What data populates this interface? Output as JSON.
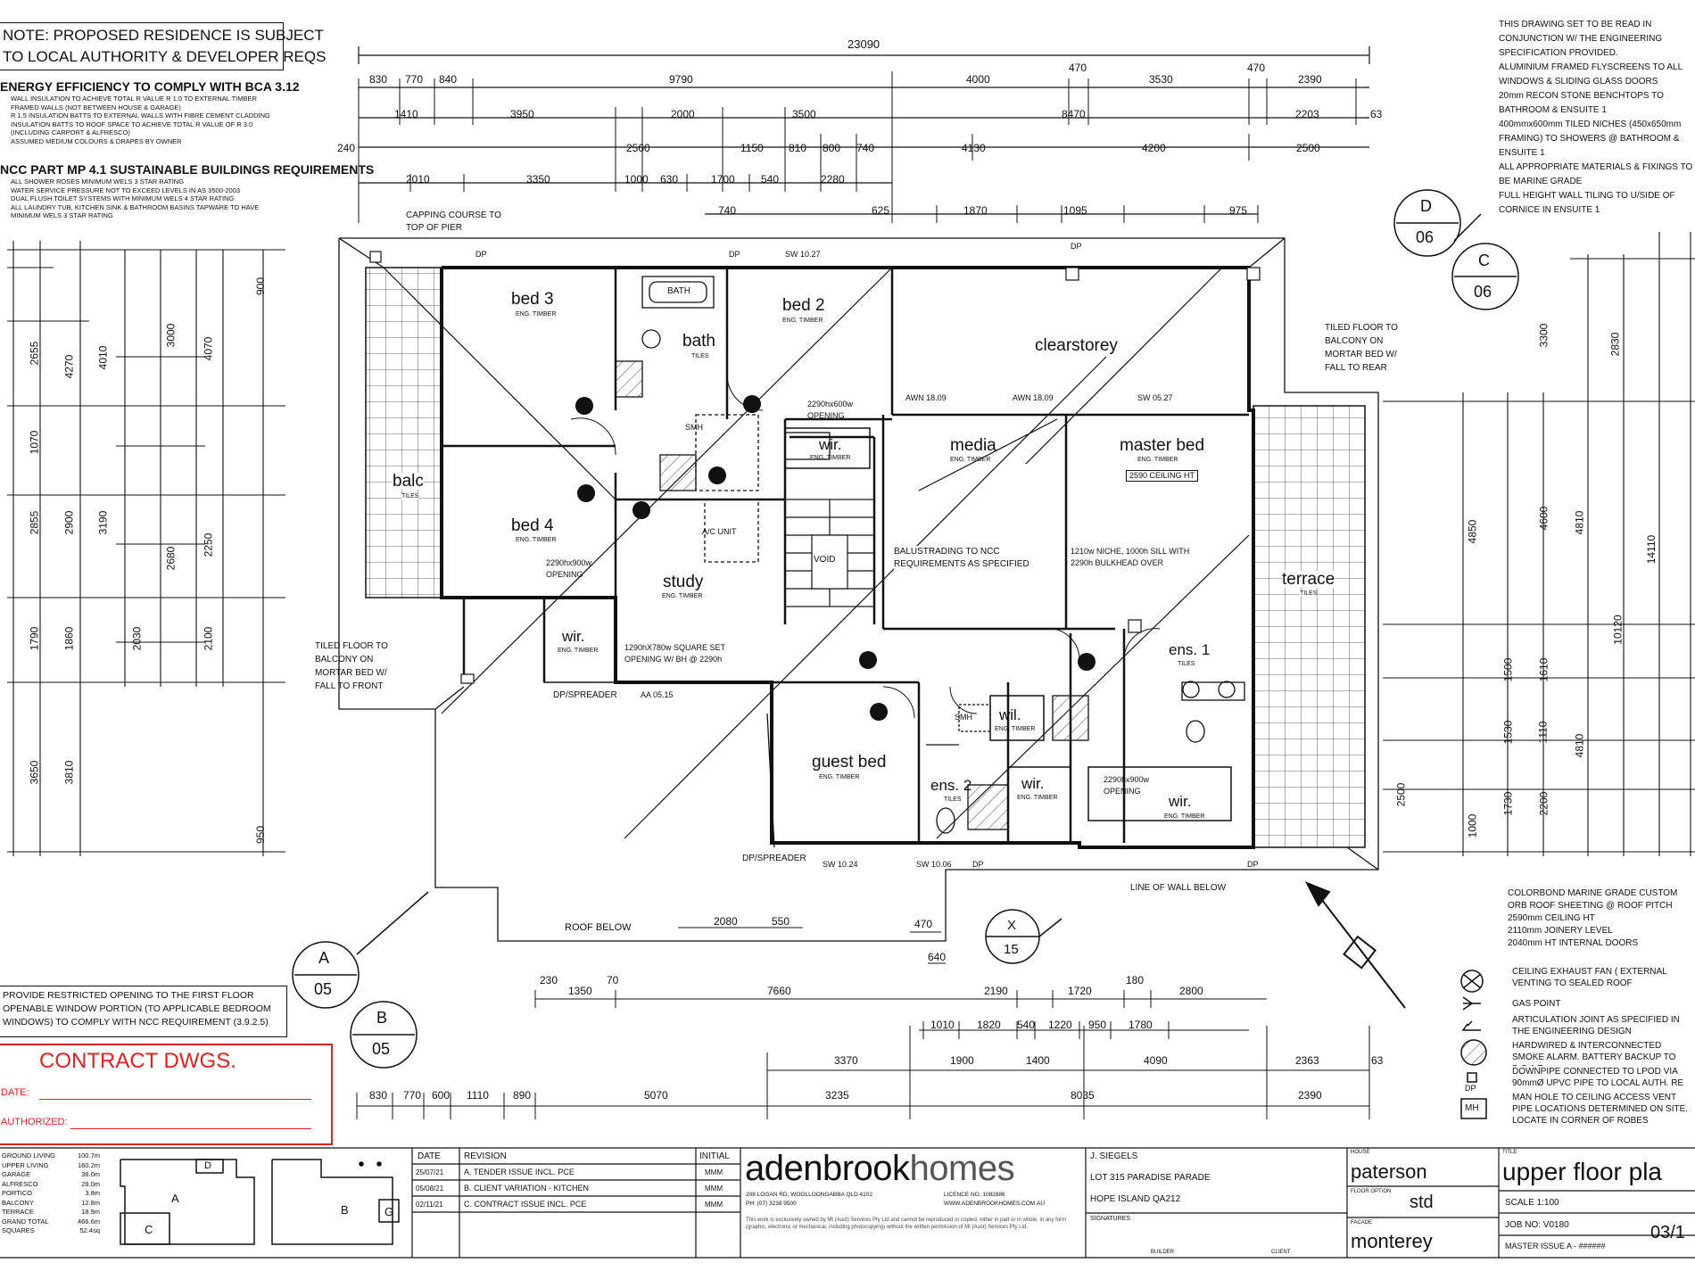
{
  "notes_top_left": {
    "note_line1": "NOTE: PROPOSED RESIDENCE IS SUBJECT",
    "note_line2": "TO LOCAL AUTHORITY & DEVELOPER REQS",
    "energy_heading": "ENERGY EFFICIENCY TO COMPLY WITH BCA 3.12",
    "energy_items": [
      "WALL INSULATION TO ACHIEVE TOTAL R VALUE R 1.0 TO EXTERNAL TIMBER",
      "FRAMED WALLS (NOT BETWEEN HOUSE & GARAGE)",
      "R 1.5 INSULATION BATTS TO EXTERNAL WALLS WITH FIBRE CEMENT CLADDING",
      "INSULATION BATTS TO ROOF SPACE TO ACHIEVE TOTAL R VALUE OF R 3.0",
      "(INCLUDING CARPORT & ALFRESCO)",
      "ASSUMED MEDIUM COLOURS & DRAPES BY OWNER"
    ],
    "ncc_heading": "NCC PART MP 4.1 SUSTAINABLE BUILDINGS REQUIREMENTS",
    "ncc_items": [
      "ALL SHOWER ROSES MINIMUM WELS 3 STAR RATING",
      "WATER SERVICE PRESSURE NOT TO EXCEED LEVELS IN AS 3500-2003",
      "DUAL FLUSH TOILET SYSTEMS WITH MINIMUM WELS 4 STAR RATING",
      "ALL LAUNDRY TUB, KITCHEN SINK & BATHROOM BASINS TAPWARE TO HAVE",
      "MINIMUM WELS 3 STAR RATING"
    ]
  },
  "notes_top_right": [
    "THIS DRAWING SET TO BE READ IN CONJUNCTION W/ THE ENGINEERING SPECIFICATION PROVIDED.",
    "ALUMINIUM FRAMED FLYSCREENS TO ALL WINDOWS & SLIDING GLASS DOORS",
    "20mm RECON STONE BENCHTOPS TO BATHROOM & ENSUITE 1",
    "400mmx600mm TILED NICHES (450x650mm FRAMING) TO SHOWERS @ BATHROOM & ENSUITE 1",
    "ALL APPROPRIATE MATERIALS & FIXINGS TO BE MARINE GRADE",
    "FULL HEIGHT WALL TILING TO U/SIDE OF CORNICE IN ENSUITE 1"
  ],
  "notes_bottom_right": [
    "COLORBOND MARINE GRADE CUSTOM ORB ROOF SHEETING @ ROOF PITCH",
    "2590mm CEILING HT",
    "2110mm JOINERY LEVEL",
    "2040mm HT INTERNAL DOORS"
  ],
  "legend": [
    {
      "icon": "ceiling-exhaust-fan-icon",
      "text": "CEILING EXHAUST FAN ( EXTERNAL VENTING TO SEALED ROOF"
    },
    {
      "icon": "gas-point-icon",
      "text": "GAS POINT"
    },
    {
      "icon": "articulation-joint-icon",
      "text": "ARTICULATION JOINT AS SPECIFIED IN THE ENGINEERING DESIGN"
    },
    {
      "icon": "smoke-alarm-icon",
      "text": "HARDWIRED & INTERCONNECTED SMOKE ALARM. BATTERY BACKUP TO B.C.A R."
    },
    {
      "icon": "downpipe-icon",
      "label": "DP",
      "text": "DOWNPIPE CONNECTED TO LPOD VIA 90mmØ UPVC PIPE TO LOCAL AUTH. RE"
    },
    {
      "icon": "manhole-icon",
      "label": "MH",
      "text": "MAN HOLE TO CEILING ACCESS VENT PIPE LOCATIONS DETERMINED ON SITE. LOCATE IN CORNER OF ROBES"
    }
  ],
  "bottom_left": {
    "window_note": "PROVIDE RESTRICTED OPENING TO THE FIRST FLOOR OPENABLE WINDOW PORTION (TO APPLICABLE BEDROOM WINDOWS) TO COMPLY WITH NCC REQUIREMENT (3.9.2.5)",
    "contract_title": "CONTRACT DWGS.",
    "date_label": "DATE:",
    "authorized_label": "AUTHORIZED:"
  },
  "room_labels": {
    "bed3": "bed 3",
    "bed2": "bed 2",
    "bath": "bath",
    "bed4": "bed 4",
    "study": "study",
    "clearstorey": "clearstorey",
    "media": "media",
    "master": "master bed",
    "terrace": "terrace",
    "guest": "guest bed",
    "ens1": "ens. 1",
    "ens2": "ens. 2",
    "wir": "wir.",
    "wil": "wil.",
    "balc": "balc",
    "void": "VOID",
    "bath_fixture": "BATH",
    "smh": "SMH",
    "ac_unit": "A/C UNIT",
    "eng_timber": "ENG. TIMBER",
    "tiles": "TILES"
  },
  "annotations": {
    "capping": "CAPPING COURSE TO TOP OF PIER",
    "tiled_front": "TILED FLOOR TO BALCONY ON MORTAR BED W/ FALL TO FRONT",
    "tiled_rear": "TILED FLOOR TO BALCONY ON MORTAR BED W/ FALL TO REAR",
    "balustrade": "BALUSTRADING TO NCC REQUIREMENTS AS SPECIFIED",
    "opening_study": "1290hX780w SQUARE SET OPENING W/ BH @ 2290h",
    "opening_2290_600": "2290hx600w OPENING",
    "opening_2290": "2290hx900w OPENING",
    "niche": "1210w NICHE, 1000h SILL WITH 2290h BULKHEAD OVER",
    "ceiling_2590": "2590 CEILING HT",
    "roof_below": "ROOF BELOW",
    "line_of_wall": "LINE OF WALL BELOW",
    "dp_spreader": "DP/SPREADER",
    "awn1": "AWN 18.09",
    "awn2": "AWN 18.09",
    "sw1": "SW 10.27",
    "sw2": "SW 05.27",
    "sw3": "SW 10.24",
    "sw4": "SW 10.06",
    "aa1": "AA 05.15",
    "dp": "DP"
  },
  "dims_top": {
    "overall": "23090",
    "row1": [
      "830",
      "770",
      "840",
      "9790",
      "4000",
      "470",
      "3530",
      "470",
      "2390"
    ],
    "row2": [
      "1410",
      "3950",
      "2000",
      "3500",
      "8470",
      "2203",
      "63"
    ],
    "row3": [
      "240",
      "2560",
      "1150",
      "810",
      "800",
      "740",
      "4130",
      "4200",
      "2500"
    ],
    "row4": [
      "2010",
      "3350",
      "1000",
      "630",
      "1700",
      "540",
      "2280"
    ],
    "row5": [
      "740",
      "625",
      "1870",
      "1095",
      "975"
    ]
  },
  "dims_bottom": {
    "row1": [
      "230",
      "1350",
      "70",
      "7660",
      "2190",
      "1720",
      "180",
      "2800"
    ],
    "row2": [
      "1010",
      "1820",
      "540",
      "1220",
      "950",
      "1780"
    ],
    "row3": [
      "3370",
      "1900",
      "1400",
      "4090",
      "2363",
      "63"
    ],
    "row4": [
      "830",
      "770",
      "600",
      "1110",
      "890",
      "5070",
      "3235",
      "8035",
      "2390"
    ],
    "roof": [
      "2080",
      "550",
      "470",
      "640"
    ]
  },
  "dims_left": [
    "4270",
    "4010",
    "2655",
    "3000",
    "4070",
    "1070",
    "2855",
    "2900",
    "3190",
    "2680",
    "2250",
    "1790",
    "1860",
    "2030",
    "2100",
    "3650",
    "3810",
    "900",
    "950"
  ],
  "dims_right": [
    "3300",
    "2830",
    "4850",
    "4600",
    "4810",
    "10120",
    "14110",
    "1500",
    "1610",
    "1530",
    "1110",
    "1730",
    "2200",
    "4810",
    "1000",
    "2500"
  ],
  "section_markers": [
    {
      "letter": "A",
      "sheet": "05"
    },
    {
      "letter": "B",
      "sheet": "05"
    },
    {
      "letter": "C",
      "sheet": "06"
    },
    {
      "letter": "D",
      "sheet": "06"
    },
    {
      "letter": "X",
      "sheet": "15"
    }
  ],
  "title_block": {
    "areas": [
      {
        "label": "GROUND LIVING",
        "value": "100.7m"
      },
      {
        "label": "UPPER LIVING",
        "value": "160.2m"
      },
      {
        "label": "GARAGE",
        "value": "38.0m"
      },
      {
        "label": "ALFRESCO",
        "value": "28.0m"
      },
      {
        "label": "PORTICO",
        "value": "3.8m"
      },
      {
        "label": "BALCONY",
        "value": "12.8m"
      },
      {
        "label": "TERRACE",
        "value": "18.9m"
      },
      {
        "label": "GRAND TOTAL",
        "value": "466.6m"
      },
      {
        "label": "SQUARES",
        "value": "52.4sq"
      }
    ],
    "key_a": "A",
    "key_b": "B",
    "key_c": "C",
    "key_d": "D",
    "key_g": "G",
    "rev_headers": {
      "date": "DATE",
      "revision": "REVISION",
      "initial": "INITIAL"
    },
    "revisions": [
      {
        "date": "25/07/21",
        "text": "A. TENDER ISSUE INCL. PCE",
        "initial": "MMM"
      },
      {
        "date": "05/08/21",
        "text": "B. CLIENT VARIATION - KITCHEN",
        "initial": "MMM"
      },
      {
        "date": "02/11/21",
        "text": "C. CONTRACT ISSUE INCL. PCE",
        "initial": "MMM"
      }
    ],
    "brand_a": "adenbrook",
    "brand_b": "homes",
    "address": "208 LOGAN RD, WOOLLOONGABBA QLD 4102",
    "phone": "PH: (07) 3238 9500",
    "licence": "LICENCE NO. 1082886",
    "web": "WWW.ADENBROOKHOMES.COM.AU",
    "copyright": "This work is exclusively owned by Mt (Aust) Services Pty Ltd and cannot be reproduced or copied, either in part or in whole, in any form (graphic, electronic or mechanical, including photocopying) without the written permission of Mt (Aust) Services Pty Ltd.",
    "client": "J. SIEGELS",
    "lot": "LOT 315 PARADISE PARADE",
    "suburb": "HOPE ISLAND QA212",
    "signatures": "SIGNATURES",
    "builder": "BUILDER",
    "client_sig": "CLIENT",
    "house_label": "HOUSE",
    "house": "paterson",
    "floor_option_label": "FLOOR OPTION",
    "floor_option": "std",
    "facade_label": "FACADE",
    "facade": "monterey",
    "title_label": "TITLE",
    "title": "upper floor pla",
    "scale": "SCALE 1:100",
    "job": "JOB NO: V0180",
    "master_issue": "MASTER ISSUE A - ######",
    "sheet_no": "03/1"
  }
}
